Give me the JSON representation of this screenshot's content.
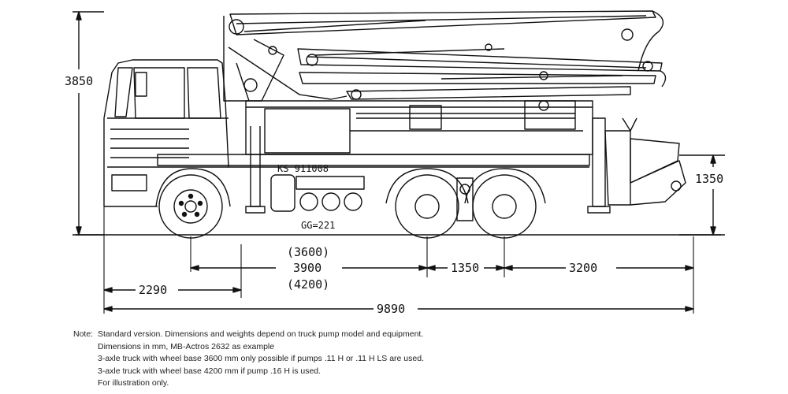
{
  "dimensions": {
    "height_total": "3850",
    "height_hopper": "1350",
    "wb_short": "(3600)",
    "wb_standard": "3900",
    "wb_long": "(4200)",
    "axle_spacing": "1350",
    "rear_overhang": "3200",
    "front_overhang": "2290",
    "total_length": "9890"
  },
  "labels": {
    "plate": "KS 911008",
    "weight": "GG=221"
  },
  "notes": {
    "prefix": "Note:",
    "lines": [
      "Standard version. Dimensions and weights depend on truck pump model and equipment.",
      "Dimensions in mm, MB-Actros 2632 as example",
      "3-axle truck with wheel base 3600 mm only possible if pumps .11 H or .11 H LS are used.",
      "3-axle truck with wheel base 4200 mm if pump .16 H is used.",
      "For illustration only."
    ]
  }
}
